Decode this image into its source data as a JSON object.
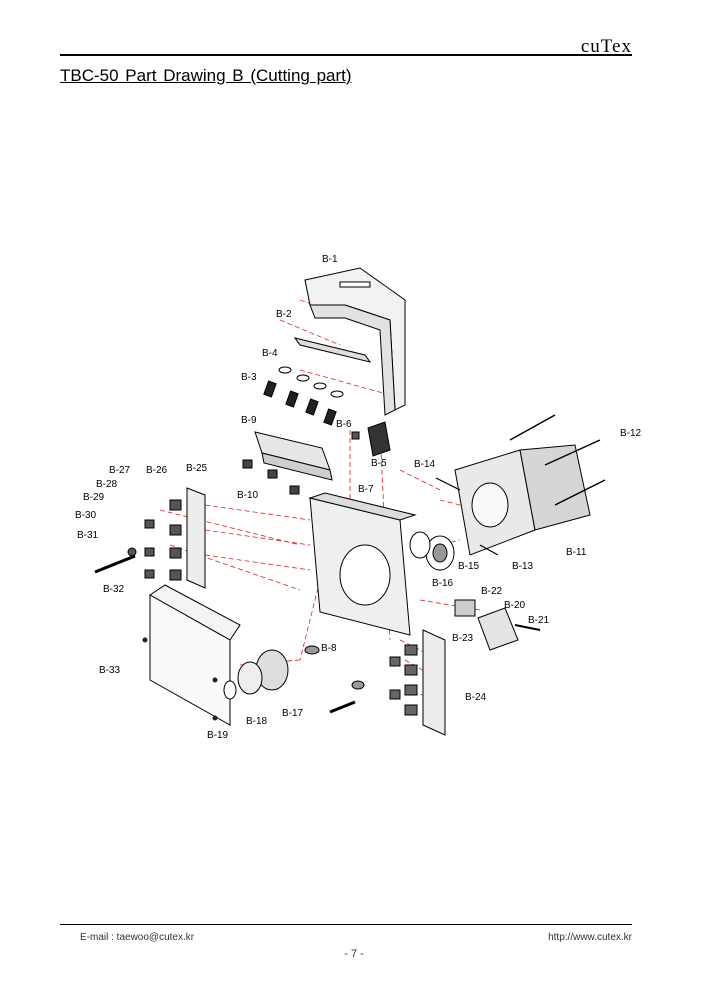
{
  "header": {
    "brand": "cuTex",
    "title": "TBC-50  Part  Drawing  B  (Cutting  part)"
  },
  "labels": {
    "b1": "B-1",
    "b2": "B-2",
    "b3": "B-3",
    "b4": "B-4",
    "b5": "B-5",
    "b6": "B-6",
    "b7": "B-7",
    "b8": "B-8",
    "b9": "B-9",
    "b10": "B-10",
    "b11": "B-11",
    "b12": "B-12",
    "b13": "B-13",
    "b14": "B-14",
    "b15": "B-15",
    "b16": "B-16",
    "b17": "B-17",
    "b18": "B-18",
    "b19": "B-19",
    "b20": "B-20",
    "b21": "B-21",
    "b22": "B-22",
    "b23": "B-23",
    "b24": "B-24",
    "b25": "B-25",
    "b26": "B-26",
    "b27": "B-27",
    "b28": "B-28",
    "b29": "B-29",
    "b30": "B-30",
    "b31": "B-31",
    "b32": "B-32",
    "b33": "B-33"
  },
  "footer": {
    "email": "E-mail : taewoo@cutex.kr",
    "url": "http://www.cutex.kr",
    "page": "- 7 -"
  }
}
